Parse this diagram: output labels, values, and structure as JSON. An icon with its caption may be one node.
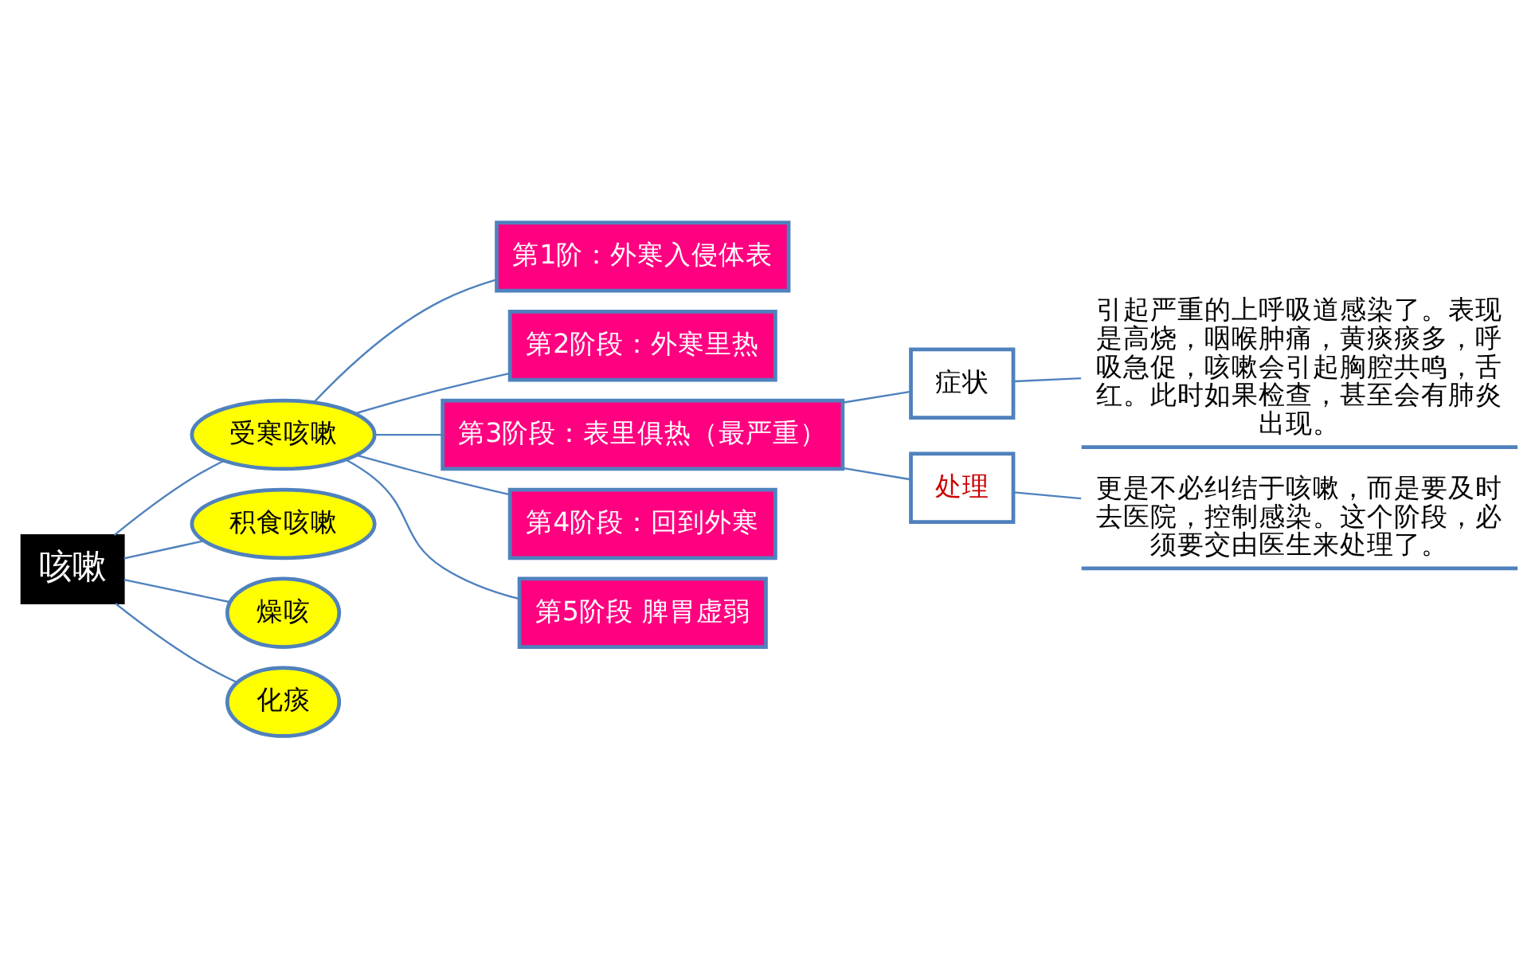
{
  "diagram": {
    "nodes": [
      {
        "text": [
          "咳嗽"
        ]
      },
      {
        "text": [
          "受寒咳嗽"
        ]
      },
      {
        "text": [
          "积食咳嗽"
        ]
      },
      {
        "text": [
          "燥咳"
        ]
      },
      {
        "text": [
          "化痰"
        ]
      },
      {
        "text": [
          "第1阶：外寒入侵体表"
        ]
      },
      {
        "text": [
          "第2阶段：外寒里热"
        ]
      },
      {
        "text": [
          "第3阶段：表里俱热（最严重）"
        ]
      },
      {
        "text": [
          "第4阶段：回到外寒"
        ]
      },
      {
        "text": [
          "第5阶段 脾胃虚弱"
        ]
      },
      {
        "text": [
          "症状"
        ]
      },
      {
        "text": [
          "处理"
        ]
      },
      {
        "text": [
          "引起严重的上呼吸道感染了。表现是高烧，咽喉肿痛，黄痰痰多，呼吸急促，咳嗽会引起胸腔共鸣，舌红。此时如果检查，甚至会有肺炎出现。"
        ]
      },
      {
        "text": [
          "更是不必纠结于咳嗽，而是要及时去医院，控制感染。这个阶段，必须要交由医生来处理了。"
        ]
      }
    ],
    "edges": [
      {
        "from": 0,
        "to": 1,
        "arrow": "none"
      },
      {
        "from": 0,
        "to": 2,
        "arrow": "none"
      },
      {
        "from": 0,
        "to": 3,
        "arrow": "none"
      },
      {
        "from": 0,
        "to": 4,
        "arrow": "none"
      },
      {
        "from": 1,
        "to": 5,
        "arrow": "none"
      },
      {
        "from": 1,
        "to": 6,
        "arrow": "none"
      },
      {
        "from": 1,
        "to": 7,
        "arrow": "none"
      },
      {
        "from": 1,
        "to": 8,
        "arrow": "none"
      },
      {
        "from": 1,
        "to": 9,
        "arrow": "none"
      },
      {
        "from": 7,
        "to": 10,
        "arrow": "none"
      },
      {
        "from": 7,
        "to": 11,
        "arrow": "none"
      },
      {
        "from": 10,
        "to": 12,
        "arrow": "none"
      },
      {
        "from": 11,
        "to": 13,
        "arrow": "none"
      }
    ]
  }
}
